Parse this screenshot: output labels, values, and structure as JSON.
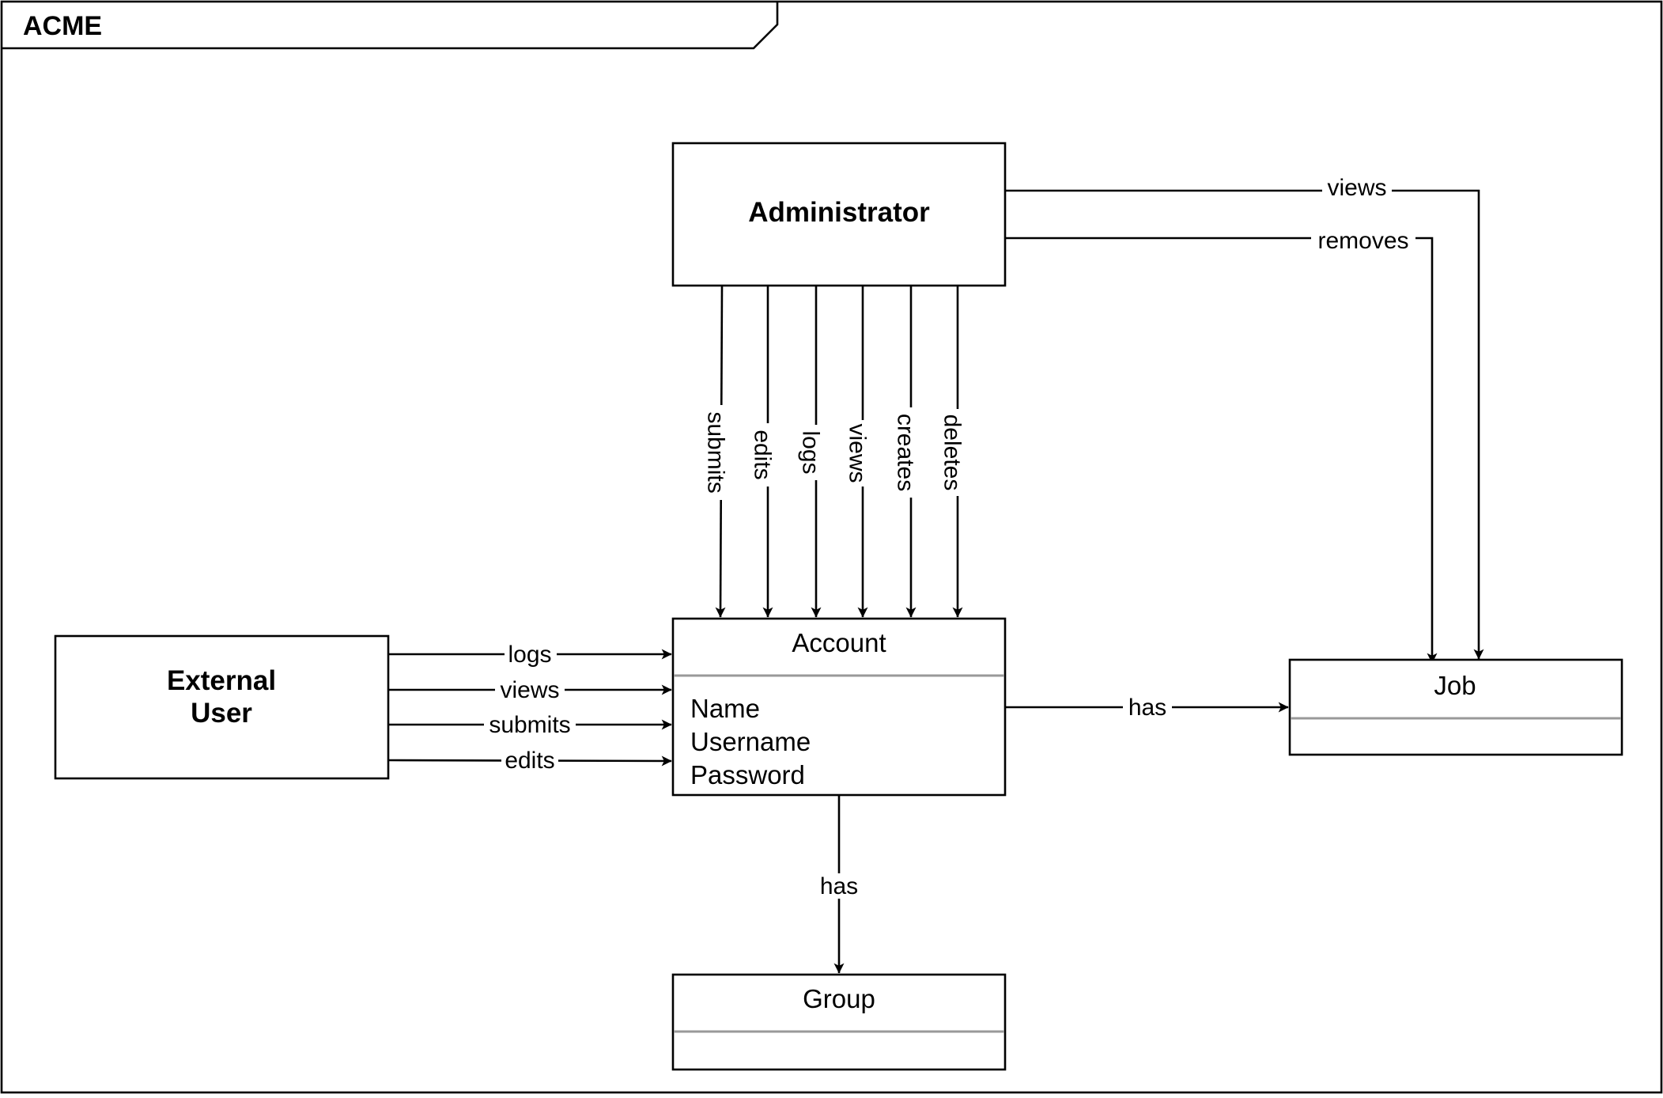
{
  "frame": {
    "title": "ACME"
  },
  "nodes": {
    "administrator": {
      "label": "Administrator"
    },
    "external_user": {
      "label_lines": [
        "External",
        "User"
      ]
    },
    "account": {
      "title": "Account",
      "attributes": [
        "Name",
        "Username",
        "Password"
      ]
    },
    "job": {
      "title": "Job"
    },
    "group": {
      "title": "Group"
    }
  },
  "edges": {
    "admin_to_account": [
      "submits",
      "edits",
      "logs",
      "views",
      "creates",
      "deletes"
    ],
    "admin_to_job": [
      "views",
      "removes"
    ],
    "user_to_account": [
      "logs",
      "views",
      "submits",
      "edits"
    ],
    "account_to_job": "has",
    "account_to_group": "has"
  },
  "colors": {
    "stroke": "#000000",
    "background": "#ffffff",
    "separator": "#999999"
  }
}
